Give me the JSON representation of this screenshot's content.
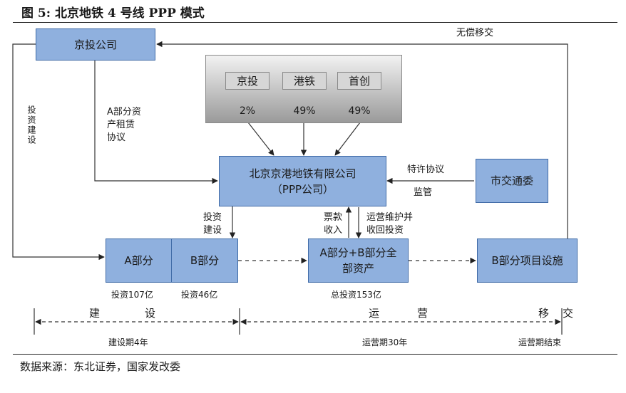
{
  "figure_title": "图  5:  北京地铁 4 号线 PPP 模式",
  "nodes": {
    "jingtou_company": "京投公司",
    "ppp_company_line1": "北京京港地铁有限公司",
    "ppp_company_line2": "（PPP公司）",
    "municipal_committee": "市交通委",
    "part_a": "A部分",
    "part_b": "B部分",
    "all_assets_line1": "A部分+B部分全",
    "all_assets_line2": "部资产",
    "b_facilities": "B部分项目设施"
  },
  "shareholders": [
    {
      "name": "京投",
      "share": "2%"
    },
    {
      "name": "港铁",
      "share": "49%"
    },
    {
      "name": "首创",
      "share": "49%"
    }
  ],
  "edge_labels": {
    "free_transfer": "无偿移交",
    "invest_build_vertical": "投资建设",
    "lease_line1": "A部分资",
    "lease_line2": "产租赁",
    "lease_line3": "协议",
    "concession": "特许协议",
    "supervision": "监管",
    "invest_line1": "投资",
    "invest_line2": "建设",
    "ticket_line1": "票款",
    "ticket_line2": "收入",
    "ops_line1": "运营维护并",
    "ops_line2": "收回投资"
  },
  "investments": {
    "a": "投资107亿",
    "b": "投资46亿",
    "total": "总投资153亿"
  },
  "timeline": {
    "construction": [
      "建",
      "设"
    ],
    "operation": [
      "运",
      "营"
    ],
    "transfer": [
      "移",
      "交"
    ],
    "construction_period": "建设期4年",
    "operation_period": "运营期30年",
    "operation_end": "运营期结束"
  },
  "source": "数据来源：东北证券，国家发改委",
  "colors": {
    "box_fill": "#8fb0de",
    "box_border": "#3f6aa6",
    "gray_top": "#f2f2f2",
    "gray_bottom": "#9a9a9a"
  }
}
